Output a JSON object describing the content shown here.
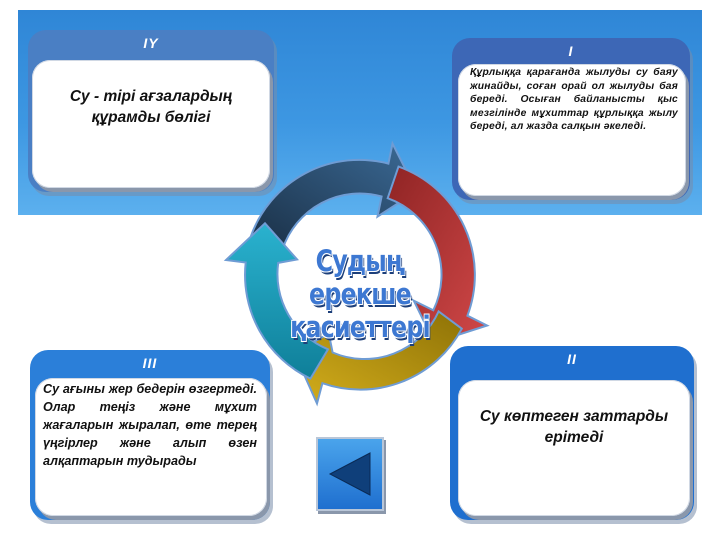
{
  "colors": {
    "banner": "#3d97e2",
    "arrow_dark_blue": "#1d3550",
    "arrow_red": "#b33838",
    "arrow_gold": "#b7950d",
    "arrow_teal": "#1593b0",
    "title": "#3d78d2"
  },
  "center_title": {
    "line1": "Судың ерекше",
    "line2": "қасиеттері"
  },
  "panels": {
    "iv": {
      "heading": "IY",
      "text": "Су - тірі ағзалардың құрамды бөлігі"
    },
    "i": {
      "heading": "I",
      "text": "Құрлыққа қарағанда жылуды су баяу жинайды, соған орай ол жылуды бая береді. Осыған байланысты қыс мезгілінде мұхиттар құрлыққа жылу береді, ал жазда салқын әкеледі."
    },
    "iii": {
      "heading": "III",
      "text": "Су ағыны жер бедерін өзгертеді. Олар теңіз және мұхит жағаларын жыралап, өте терең үңгірлер және алып өзен алқаптарын тудырады"
    },
    "ii": {
      "heading": "II",
      "text": "Су көптеген заттарды ерітеді"
    }
  },
  "navigation": {
    "back_button_icon": "triangle-left-icon"
  }
}
